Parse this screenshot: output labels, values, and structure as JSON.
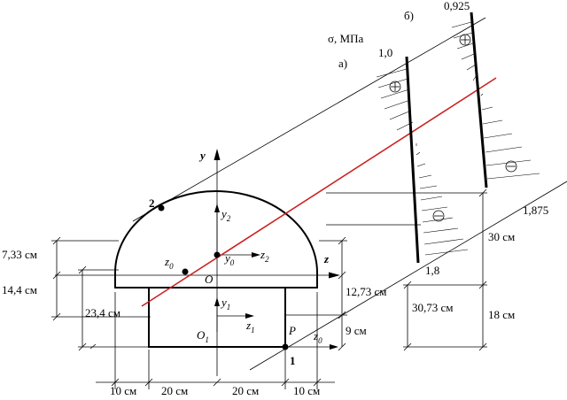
{
  "colors": {
    "neutral_line": "#cc2222",
    "outline": "#000000",
    "background": "#ffffff"
  },
  "labels": {
    "sigma_unit": "σ, МПа",
    "part_a": "а)",
    "part_b": "б)",
    "axis_y": "y",
    "axis_z": "z",
    "y0": "y",
    "y0_sub": "0",
    "z0": "z",
    "z0_sub": "0",
    "y1": "y",
    "y1_sub": "1",
    "z1": "z",
    "z1_sub": "1",
    "y2": "y",
    "y2_sub": "2",
    "z2": "z",
    "z2_sub": "2",
    "origin_o": "O",
    "origin_o1": "O",
    "origin_o1_sub": "1",
    "load_point_p": "P",
    "z0_left": "z",
    "z0_left_sub": "0",
    "z0_right": "z",
    "z0_right_sub": "0",
    "point_1": "1",
    "point_2": "2"
  },
  "stress": {
    "a_top": "1,0",
    "a_bottom": "1,8",
    "b_top": "0,925",
    "b_bottom": "1,875",
    "plus_sign": "⊕",
    "minus_sign": "⊖"
  },
  "dimensions": {
    "d_733": "7,33 см",
    "d_144": "14,4 см",
    "d_234": "23,4 см",
    "d_1273": "12,73 см",
    "d_9": "9 см",
    "d_30": "30 см",
    "d_3073": "30,73 см",
    "d_18": "18 см",
    "w_10_left": "10 см",
    "w_20_left": "20 см",
    "w_20_right": "20 см",
    "w_10_right": "10 см"
  }
}
